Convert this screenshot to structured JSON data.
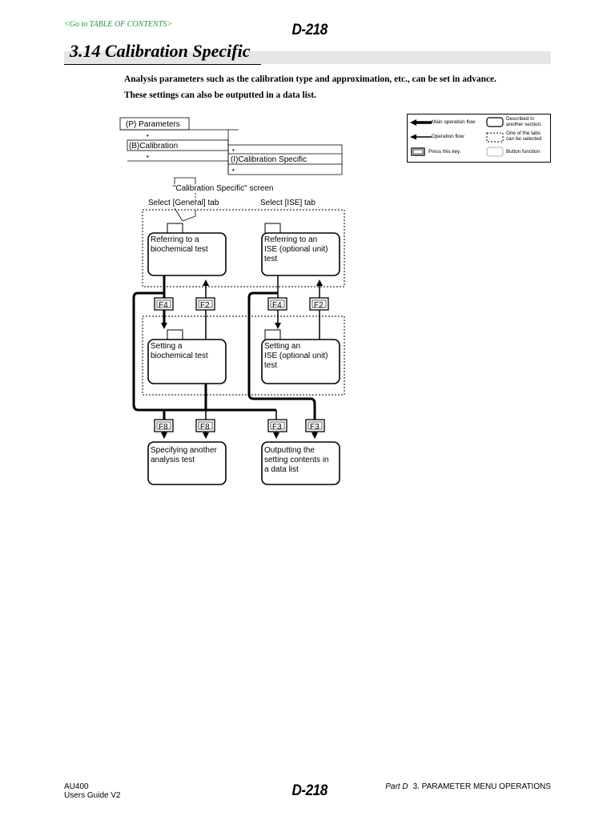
{
  "header": {
    "toc_link": "<Go to TABLE OF CONTENTS>",
    "page_code": "D-218"
  },
  "section": {
    "title": "3.14  Calibration Specific",
    "intro_lines": [
      "Analysis parameters such as the calibration type and approximation, etc., can be set in advance.",
      "These settings can also be outputted in a data list."
    ]
  },
  "legend": {
    "main_flow": "Main operation flow",
    "op_flow": "Operation flow",
    "press_key": "Press this key.",
    "described_1": "Described in",
    "described_2": "another section.",
    "tabs_1": "One of the tabs",
    "tabs_2": "can be selected",
    "button_function": "Button function"
  },
  "menu": {
    "parameters": "(P) Parameters",
    "calibration": "(B)Calibration",
    "calibration_specific": "(I)Calibration Specific",
    "bullet": "•"
  },
  "diagram": {
    "screen_label": "\"Calibration Specific\" screen",
    "tab_general": "Select [General] tab",
    "tab_ise": "Select [ISE] tab",
    "box_ref_bio": [
      "Referring to a",
      "biochemical test"
    ],
    "box_ref_ise": [
      "Referring to an",
      "ISE (optional unit)",
      "test"
    ],
    "box_set_bio": [
      "Setting a",
      "biochemical test"
    ],
    "box_set_ise": [
      "Setting an",
      "ISE (optional unit)",
      "test"
    ],
    "box_specify": [
      "Specifying another",
      "analysis test"
    ],
    "box_output": [
      "Outputting the",
      "setting contents in",
      "a data list"
    ],
    "key_f4": "F4",
    "key_f2": "F2",
    "key_f8": "F8",
    "key_f3": "F3"
  },
  "footer": {
    "product": "AU400",
    "guide": "Users Guide  V2",
    "page_code": "D-218",
    "part": "Part D",
    "chapter": "3. PARAMETER MENU OPERATIONS"
  }
}
